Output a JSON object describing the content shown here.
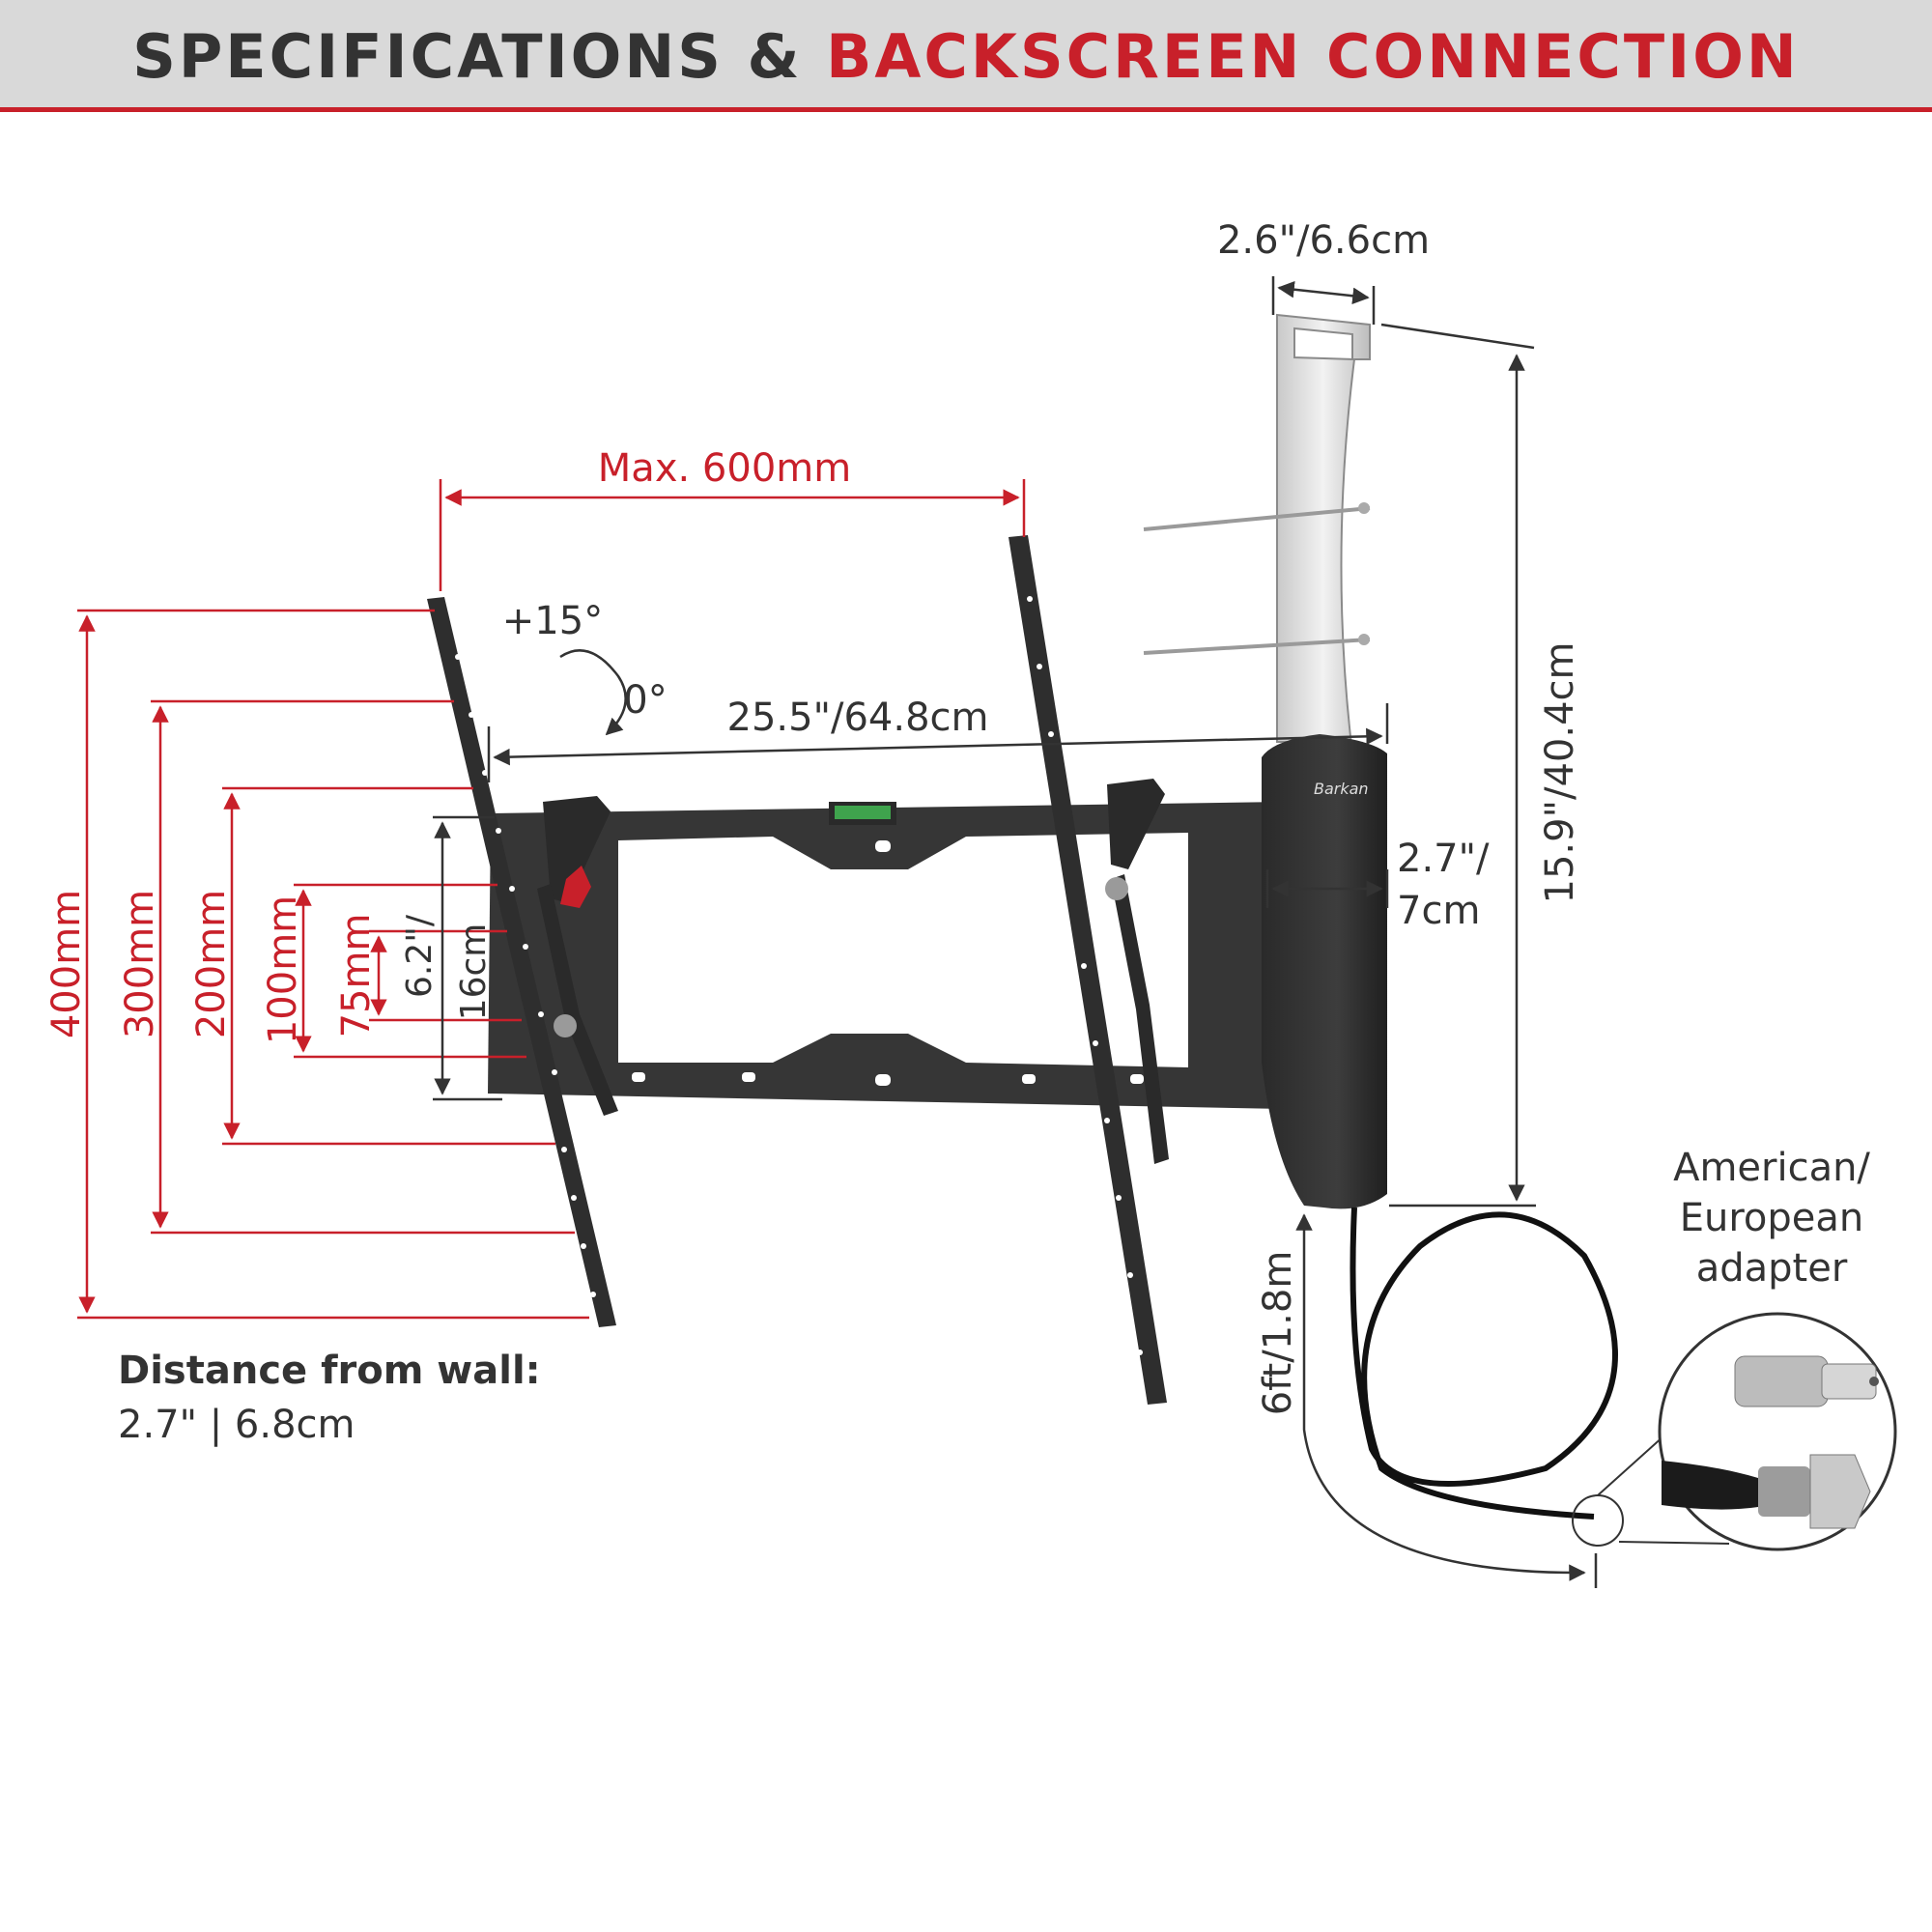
{
  "header": {
    "title_part1": "SPECIFICATIONS &",
    "title_part2": "BACKSCREEN CONNECTION",
    "accent_color": "#c8202a",
    "background_color": "#d9d9d9"
  },
  "dimensions": {
    "max_width": "Max. 600mm",
    "tilt_up": "+15°",
    "tilt_zero": "0°",
    "overall_width": "25.5\"/64.8cm",
    "vesa_400": "400mm",
    "vesa_300": "300mm",
    "vesa_200": "200mm",
    "vesa_100": "100mm",
    "vesa_75": "75mm",
    "plate_height_in": "6.2\"/",
    "plate_height_cm": "16cm",
    "antenna_width": "2.6\"/6.6cm",
    "antenna_height": "15.9\"/40.4cm",
    "antenna_depth_in": "2.7\"/",
    "antenna_depth_cm": "7cm",
    "cable_length": "6ft/1.8m"
  },
  "brand": "Barkan",
  "adapter": {
    "line1": "American/",
    "line2": "European",
    "line3": "adapter"
  },
  "wall_distance": {
    "heading": "Distance from wall:",
    "value": "2.7\" | 6.8cm"
  },
  "colors": {
    "dimension_red": "#c8202a",
    "dimension_gray": "#333333",
    "bracket": "#2e2e2e"
  }
}
